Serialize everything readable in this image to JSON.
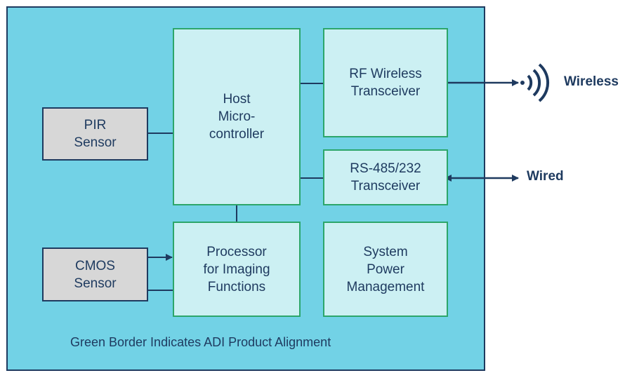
{
  "blocks": {
    "host": "Host\nMicro-\ncontroller",
    "rf": "RF Wireless\nTransceiver",
    "rs": "RS-485/232\nTransceiver",
    "pir": "PIR\nSensor",
    "cmos": "CMOS\nSensor",
    "processor": "Processor\nfor Imaging\nFunctions",
    "power": "System\nPower\nManagement"
  },
  "labels": {
    "wireless": "Wireless",
    "wired": "Wired"
  },
  "footer": "Green Border Indicates ADI Product Alignment",
  "colors": {
    "panel": "#72d2e6",
    "adi_fill": "#ccf0f3",
    "adi_border": "#2ca66a",
    "external_fill": "#d7d7d7",
    "line": "#1e3a5f"
  }
}
